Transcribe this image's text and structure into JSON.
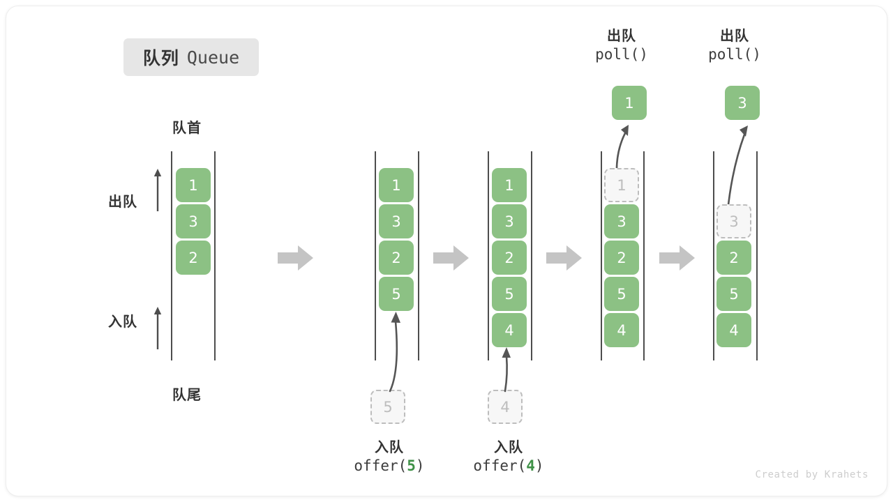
{
  "title": {
    "cn": "队列",
    "en": "Queue"
  },
  "labels": {
    "head": "队首",
    "tail": "队尾",
    "dequeue": "出队",
    "enqueue": "入队"
  },
  "watermark": "Created by Krahets",
  "colors": {
    "box_fill": "#8cc184",
    "box_text": "#ffffff",
    "ghost_fill": "#f7f7f7",
    "ghost_border": "#bdbdbd",
    "ghost_text": "#bdbdbd",
    "rail": "#4d4d4d",
    "step_arrow": "#c4c4c4",
    "badge_bg": "#e6e6e6",
    "accent_code": "#3f9147",
    "text": "#333333"
  },
  "columns": [
    {
      "id": "initial",
      "slots": [
        {
          "value": "1",
          "state": "filled"
        },
        {
          "value": "3",
          "state": "filled"
        },
        {
          "value": "2",
          "state": "filled"
        }
      ]
    },
    {
      "id": "after-offer-5",
      "slots": [
        {
          "value": "1",
          "state": "filled"
        },
        {
          "value": "3",
          "state": "filled"
        },
        {
          "value": "2",
          "state": "filled"
        },
        {
          "value": "5",
          "state": "filled"
        }
      ]
    },
    {
      "id": "after-offer-4",
      "slots": [
        {
          "value": "1",
          "state": "filled"
        },
        {
          "value": "3",
          "state": "filled"
        },
        {
          "value": "2",
          "state": "filled"
        },
        {
          "value": "5",
          "state": "filled"
        },
        {
          "value": "4",
          "state": "filled"
        }
      ]
    },
    {
      "id": "after-poll-1",
      "slots": [
        {
          "value": "1",
          "state": "ghost"
        },
        {
          "value": "3",
          "state": "filled"
        },
        {
          "value": "2",
          "state": "filled"
        },
        {
          "value": "5",
          "state": "filled"
        },
        {
          "value": "4",
          "state": "filled"
        }
      ]
    },
    {
      "id": "after-poll-3",
      "slots": [
        {
          "value": "3",
          "state": "ghost"
        },
        {
          "value": "2",
          "state": "filled"
        },
        {
          "value": "5",
          "state": "filled"
        },
        {
          "value": "4",
          "state": "filled"
        }
      ]
    }
  ],
  "operations": {
    "offer5": {
      "cn": "入队",
      "fn": "offer(",
      "arg": "5",
      "close": ")",
      "incoming_value": "5"
    },
    "offer4": {
      "cn": "入队",
      "fn": "offer(",
      "arg": "4",
      "close": ")",
      "incoming_value": "4"
    },
    "poll1": {
      "cn": "出队",
      "fn": "poll()",
      "popped_value": "1"
    },
    "poll2": {
      "cn": "出队",
      "fn": "poll()",
      "popped_value": "3"
    }
  }
}
